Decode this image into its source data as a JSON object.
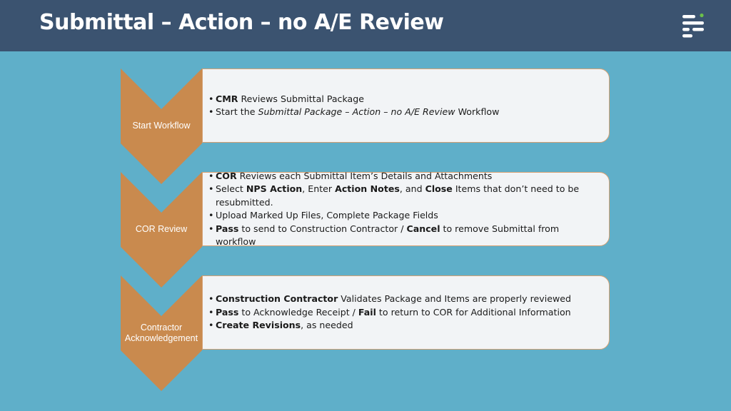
{
  "title": "Submittal – Action – no A/E Review",
  "colors": {
    "header": "#3b5370",
    "background": "#5fafc9",
    "chevron": "#c98a4e",
    "card": "#f2f4f6",
    "card_border": "#d5a072"
  },
  "logo": {
    "icon": "brand-logo-icon"
  },
  "steps": [
    {
      "label": "Start Workflow",
      "bullets": [
        [
          {
            "t": "CMR",
            "b": true
          },
          {
            "t": " Reviews Submittal Package"
          }
        ],
        [
          {
            "t": "Start the "
          },
          {
            "t": "Submittal Package – Action – no A/E Review",
            "i": true
          },
          {
            "t": " Workflow"
          }
        ]
      ]
    },
    {
      "label": "COR Review",
      "bullets": [
        [
          {
            "t": "COR",
            "b": true
          },
          {
            "t": " Reviews each Submittal Item’s Details and Attachments"
          }
        ],
        [
          {
            "t": "Select "
          },
          {
            "t": "NPS Action",
            "b": true
          },
          {
            "t": ", Enter "
          },
          {
            "t": "Action Notes",
            "b": true
          },
          {
            "t": ", and "
          },
          {
            "t": "Close",
            "b": true
          },
          {
            "t": " Items that don’t need to be resubmitted."
          }
        ],
        [
          {
            "t": "Upload Marked Up Files, Complete Package Fields"
          }
        ],
        [
          {
            "t": "Pass",
            "b": true
          },
          {
            "t": " to send to Construction Contractor / "
          },
          {
            "t": "Cancel",
            "b": true
          },
          {
            "t": " to remove Submittal from workflow"
          }
        ]
      ]
    },
    {
      "label": "Contractor Acknowledgement",
      "bullets": [
        [
          {
            "t": "Construction Contractor",
            "b": true
          },
          {
            "t": " Validates Package and Items are properly reviewed"
          }
        ],
        [
          {
            "t": "Pass",
            "b": true
          },
          {
            "t": " to Acknowledge Receipt / "
          },
          {
            "t": "Fail",
            "b": true
          },
          {
            "t": " to return to COR for Additional Information"
          }
        ],
        [
          {
            "t": "Create Revisions",
            "b": true
          },
          {
            "t": ", as needed"
          }
        ]
      ]
    }
  ]
}
